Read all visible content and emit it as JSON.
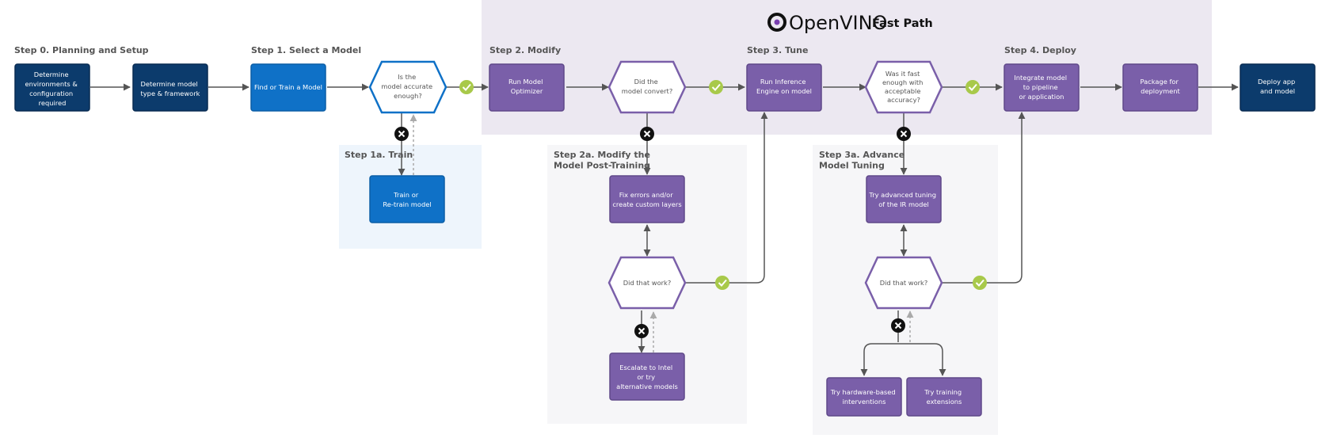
{
  "header": {
    "brand_name": "OpenVINO",
    "brand_suffix": "Fast Path"
  },
  "steps": {
    "step0": "Step 0. Planning and Setup",
    "step1": "Step 1. Select a Model",
    "step1a": "Step 1a. Train",
    "step2": "Step 2. Modify",
    "step2a": [
      "Step 2a. Modify the",
      "Model Post-Training"
    ],
    "step3": "Step 3. Tune",
    "step3a": [
      "Step 3a. Advance",
      "Model Tuning"
    ],
    "step4": "Step 4. Deploy"
  },
  "nodes": {
    "determine_env": [
      "Determine",
      "environments &",
      "configuration",
      "required"
    ],
    "determine_model": [
      "Determine model",
      "type & framework"
    ],
    "find_train": [
      "Find or Train a Model"
    ],
    "accurate": [
      "Is the",
      "model accurate",
      "enough?"
    ],
    "train": [
      "Train or",
      "Re-train model"
    ],
    "run_mo": [
      "Run Model",
      "Optimizer"
    ],
    "convert": [
      "Did the",
      "model convert?"
    ],
    "fix_errors": [
      "Fix errors and/or",
      "create custom layers"
    ],
    "did_work_2a": [
      "Did that work?"
    ],
    "escalate": [
      "Escalate to Intel",
      "or try",
      "alternative models"
    ],
    "run_ie": [
      "Run Inference",
      "Engine on model"
    ],
    "fast_enough": [
      "Was it fast",
      "enough with",
      "acceptable",
      "accuracy?"
    ],
    "advanced_tuning": [
      "Try advanced tuning",
      "of the IR model"
    ],
    "did_work_3a": [
      "Did that work?"
    ],
    "hw_interventions": [
      "Try hardware-based",
      "interventions"
    ],
    "training_ext": [
      "Try training",
      "extensions"
    ],
    "integrate": [
      "Integrate model",
      "to pipeline",
      "or application"
    ],
    "package": [
      "Package for",
      "deployment"
    ],
    "deploy": [
      "Deploy app",
      "and model"
    ]
  },
  "colors": {
    "navy": "#0c3b6c",
    "blue": "#0f71c7",
    "purple": "#7a5fa9",
    "fast_path_bg": "#ece8f1",
    "train_bg": "#eef5fc",
    "substep_bg": "#f6f6f8",
    "check_green": "#a8c94a"
  }
}
